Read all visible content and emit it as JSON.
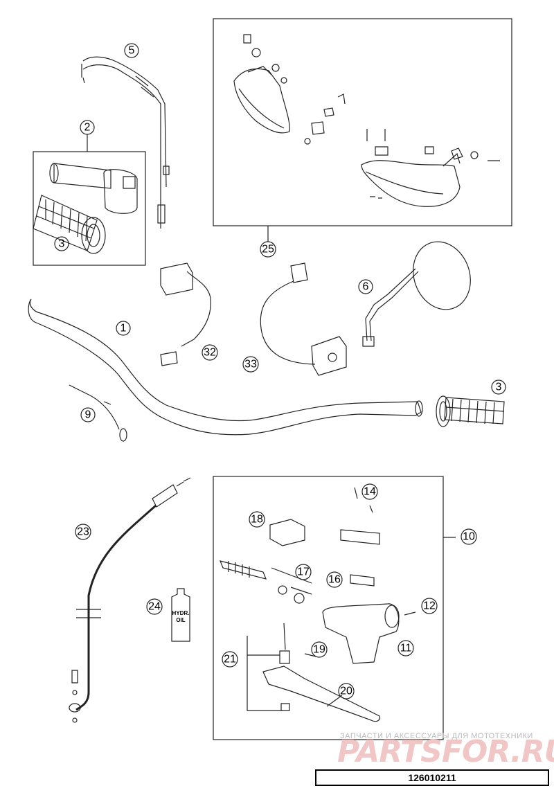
{
  "diagram": {
    "callouts": {
      "c1": "1",
      "c2": "2",
      "c3a": "3",
      "c3b": "3",
      "c5": "5",
      "c6": "6",
      "c9": "9",
      "c10": "10",
      "c11": "11",
      "c12": "12",
      "c14": "14",
      "c16": "16",
      "c17": "17",
      "c18": "18",
      "c19": "19",
      "c20": "20",
      "c21": "21",
      "c23": "23",
      "c24": "24",
      "c25": "25",
      "c32": "32",
      "c33": "33"
    },
    "oil_label_line1": "HYDR.",
    "oil_label_line2": "OIL"
  },
  "watermark": {
    "subtitle": "ЗАПЧАСТИ И АКСЕССУАРЫ ДЛЯ МОТОТЕХНИКИ",
    "brand": "PARTSFOR.RU"
  },
  "document_number": "126010211"
}
